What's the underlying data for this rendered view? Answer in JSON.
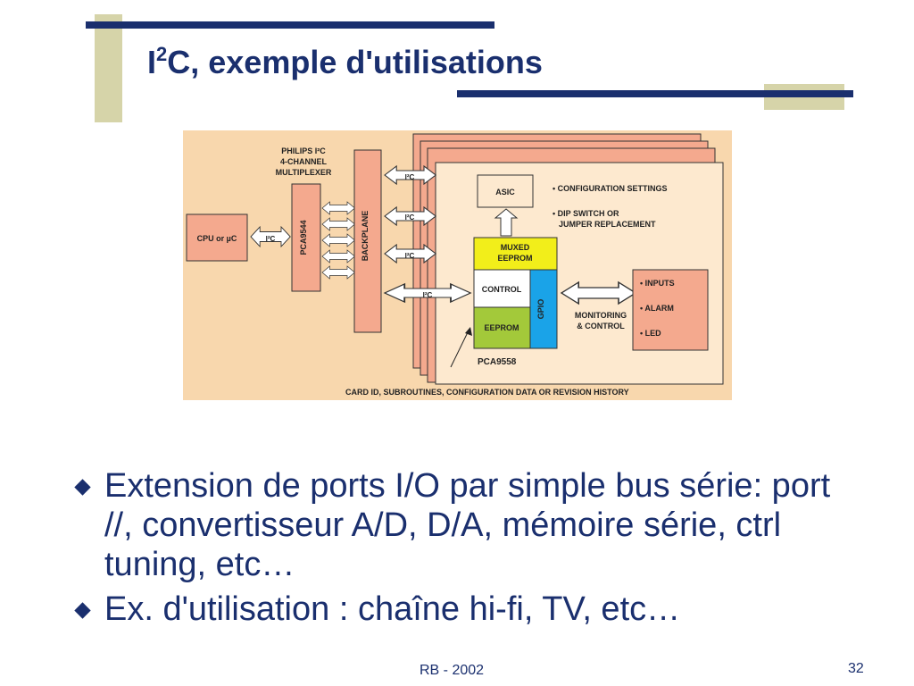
{
  "slide": {
    "title_pre": "I",
    "title_sup": "2",
    "title_post": "C, exemple d'utilisations",
    "bullets": [
      "Extension de ports I/O par simple bus série: port //, convertisseur A/D, D/A, mémoire série, ctrl tuning, etc…",
      "Ex. d'utilisation : chaîne hi-fi, TV, etc…"
    ],
    "footer": "RB - 2002",
    "page_number": "32"
  },
  "diagram": {
    "mux_title": [
      "PHILIPS I²C",
      "4-CHANNEL",
      "MULTIPLEXER"
    ],
    "cpu": "CPU or µC",
    "mux_chip": "PCA9544",
    "backplane": "BACKPLANE",
    "bus_labels": [
      "I²C",
      "I²C",
      "I²C",
      "I²C",
      "I²C"
    ],
    "asic": "ASIC",
    "config_notes": [
      "• CONFIGURATION SETTINGS",
      "• DIP SWITCH OR",
      "JUMPER REPLACEMENT"
    ],
    "muxed_eeprom": [
      "MUXED",
      "EEPROM"
    ],
    "control": "CONTROL",
    "eeprom": "EEPROM",
    "gpio": "GPIO",
    "gpio_chip": "PCA9558",
    "monitoring": [
      "MONITORING",
      "& CONTROL"
    ],
    "io_items": [
      "• INPUTS",
      "• ALARM",
      "• LED"
    ],
    "caption": "CARD ID, SUBROUTINES, CONFIGURATION DATA OR REVISION HISTORY"
  },
  "colors": {
    "title": "#1a2f6e",
    "deco_navy": "#1a2f6e",
    "deco_khaki": "#d6d4a9",
    "diagram_bg": "#f8d7ad",
    "salmon": "#f4a98e",
    "card": "#fde9cf",
    "muxed_yellow": "#f2ee1a",
    "eeprom_green": "#a3c93a",
    "gpio_blue": "#1aa3e8"
  }
}
